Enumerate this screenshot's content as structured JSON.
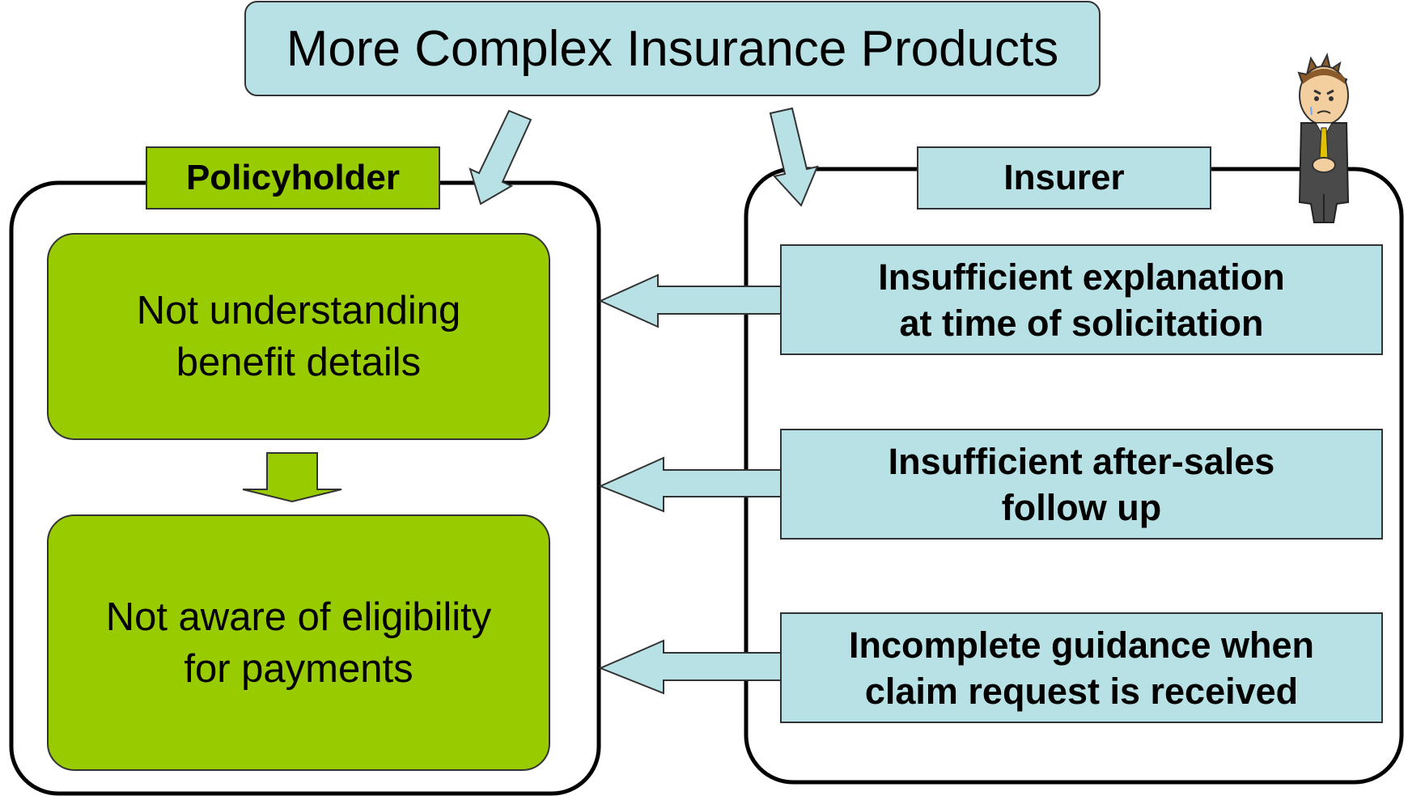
{
  "title": "More Complex Insurance Products",
  "policyholder": {
    "label": "Policyholder",
    "issues": [
      [
        "Not understanding",
        "benefit details"
      ],
      [
        "Not aware of eligibility",
        "for payments"
      ]
    ]
  },
  "insurer": {
    "label": "Insurer",
    "issues": [
      [
        "Insufficient explanation",
        "at time of solicitation"
      ],
      [
        "Insufficient after-sales",
        "follow up"
      ],
      [
        "Incomplete guidance when",
        "claim request is received"
      ]
    ]
  },
  "colors": {
    "green": "#99cc00",
    "light_blue": "#b7e1e4",
    "outline": "#333333"
  },
  "icons": {
    "person": "worried-businessman-icon"
  }
}
